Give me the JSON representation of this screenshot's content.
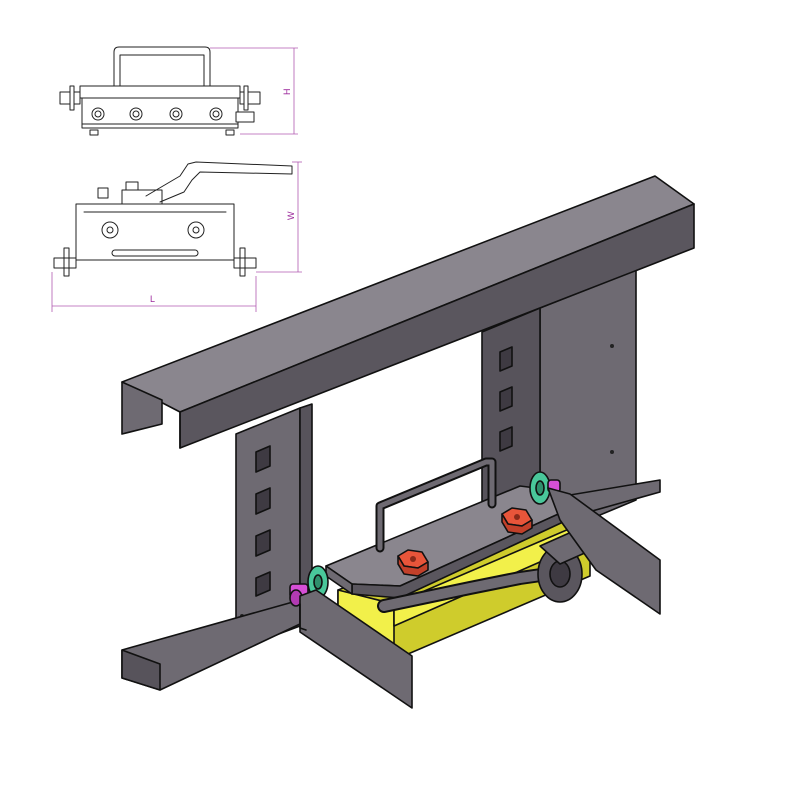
{
  "dimension_labels": {
    "height": "H",
    "width": "W",
    "length": "L"
  },
  "colors": {
    "steel": "#6e6a72",
    "steel_light": "#8a868e",
    "steel_dark": "#4e4a52",
    "magnet_body": "#f2f04a",
    "magnet_shade": "#cfcc2c",
    "bolt": "#e8553a",
    "roller": "#49c79a",
    "pin": "#d64fd6",
    "dimension": "#b05ab0"
  },
  "icons": [
    "magnetic-lifter",
    "hex-bolt-icon",
    "lifting-handle",
    "roller-wheel",
    "guide-pin"
  ]
}
